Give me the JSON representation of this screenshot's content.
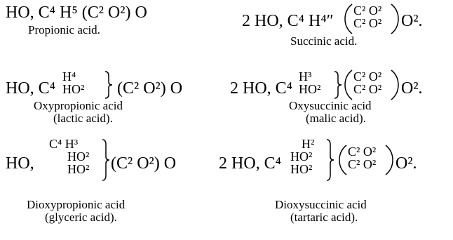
{
  "left_column": {
    "propionic": {
      "formula_left": "HO, C⁴ H⁵ (C² O²) O",
      "name": "Propionic acid."
    },
    "oxypropionic": {
      "formula_prefix": "HO, C⁴",
      "stack_top": "H⁴",
      "stack_bottom": "HO²",
      "formula_suffix": "(C² O²) O",
      "name": "Oxypropionic acid",
      "subname": "(lactic acid)."
    },
    "dioxypropionic": {
      "formula_prefix": "HO,",
      "stack_top": "C⁴ H³",
      "stack_mid": "HO²",
      "stack_bottom": "HO²",
      "formula_suffix": "(C² O²) O",
      "name": "Dioxypropionic acid",
      "subname": "(glyceric acid)."
    }
  },
  "right_column": {
    "succinic": {
      "formula_prefix": "2 HO, C⁴ H⁴″",
      "stack_top": "C² O²",
      "stack_bottom": "C² O²",
      "formula_suffix": "O².",
      "name": "Succinic acid."
    },
    "oxysuccinic": {
      "formula_prefix": "2 HO, C⁴",
      "stack_top": "H³",
      "stack_bottom": "HO²",
      "inner_top": "C² O²",
      "inner_bottom": "C² O²",
      "formula_suffix": "O².",
      "name": "Oxysuccinic acid",
      "subname": "(malic acid)."
    },
    "dioxysuccinic": {
      "formula_prefix": "2 HO, C⁴",
      "stack_top": "H²",
      "stack_mid": "HO²",
      "stack_bottom": "HO²",
      "inner_top": "C² O²",
      "inner_bottom": "C² O²",
      "formula_suffix": "O².",
      "name": "Dioxysuccinic acid",
      "subname": "(tartaric acid)."
    }
  }
}
